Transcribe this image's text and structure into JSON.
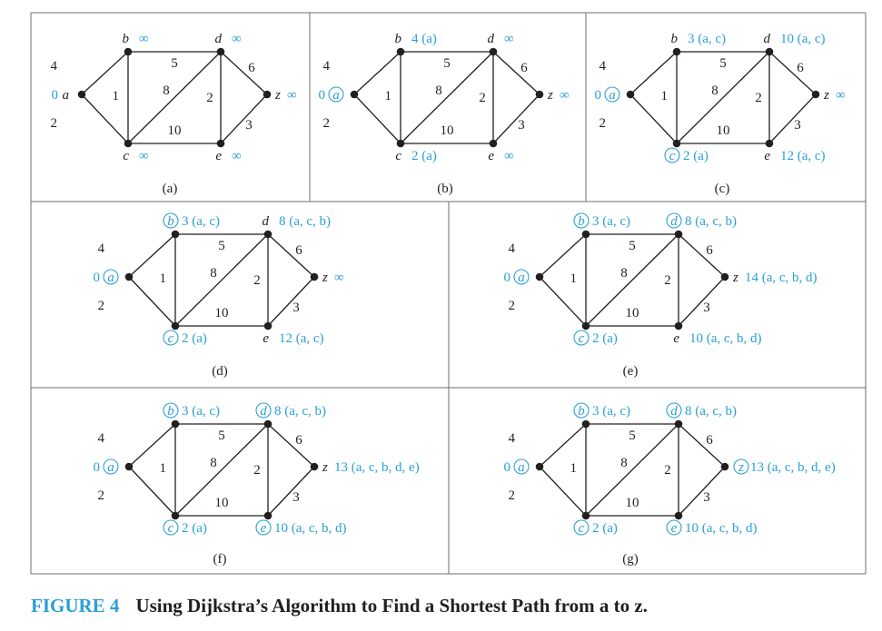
{
  "caption": {
    "label": "FIGURE 4",
    "title": "Using Dijkstra’s Algorithm to Find a Shortest Path from a to z."
  },
  "colors": {
    "ink": "#231f20",
    "accent": "#2a9fd6",
    "frame": "#6d6e71"
  },
  "edges": [
    {
      "from": "a",
      "to": "b",
      "w": "4"
    },
    {
      "from": "a",
      "to": "c",
      "w": "2"
    },
    {
      "from": "b",
      "to": "c",
      "w": "1"
    },
    {
      "from": "b",
      "to": "d",
      "w": "5"
    },
    {
      "from": "c",
      "to": "d",
      "w": "8"
    },
    {
      "from": "c",
      "to": "e",
      "w": "10"
    },
    {
      "from": "d",
      "to": "e",
      "w": "2"
    },
    {
      "from": "d",
      "to": "z",
      "w": "6"
    },
    {
      "from": "e",
      "to": "z",
      "w": "3"
    }
  ],
  "panels": [
    {
      "id": "a",
      "label": "(a)",
      "nodes": {
        "a": {
          "name": "a",
          "value": "0",
          "circled": false
        },
        "b": {
          "name": "b",
          "value": "∞",
          "circled": false
        },
        "c": {
          "name": "c",
          "value": "∞",
          "circled": false
        },
        "d": {
          "name": "d",
          "value": "∞",
          "circled": false
        },
        "e": {
          "name": "e",
          "value": "∞",
          "circled": false
        },
        "z": {
          "name": "z",
          "value": "∞",
          "circled": false
        }
      }
    },
    {
      "id": "b",
      "label": "(b)",
      "nodes": {
        "a": {
          "name": "a",
          "value": "0",
          "circled": true
        },
        "b": {
          "name": "b",
          "value": "4 (a)",
          "circled": false
        },
        "c": {
          "name": "c",
          "value": "2 (a)",
          "circled": false
        },
        "d": {
          "name": "d",
          "value": "∞",
          "circled": false
        },
        "e": {
          "name": "e",
          "value": "∞",
          "circled": false
        },
        "z": {
          "name": "z",
          "value": "∞",
          "circled": false
        }
      }
    },
    {
      "id": "c",
      "label": "(c)",
      "nodes": {
        "a": {
          "name": "a",
          "value": "0",
          "circled": true
        },
        "b": {
          "name": "b",
          "value": "3 (a, c)",
          "circled": false
        },
        "c": {
          "name": "c",
          "value": "2 (a)",
          "circled": true
        },
        "d": {
          "name": "d",
          "value": "10 (a, c)",
          "circled": false
        },
        "e": {
          "name": "e",
          "value": "12 (a, c)",
          "circled": false
        },
        "z": {
          "name": "z",
          "value": "∞",
          "circled": false
        }
      }
    },
    {
      "id": "d",
      "label": "(d)",
      "nodes": {
        "a": {
          "name": "a",
          "value": "0",
          "circled": true
        },
        "b": {
          "name": "b",
          "value": "3 (a, c)",
          "circled": true
        },
        "c": {
          "name": "c",
          "value": "2 (a)",
          "circled": true
        },
        "d": {
          "name": "d",
          "value": "8 (a, c, b)",
          "circled": false
        },
        "e": {
          "name": "e",
          "value": "12 (a, c)",
          "circled": false
        },
        "z": {
          "name": "z",
          "value": "∞",
          "circled": false
        }
      }
    },
    {
      "id": "e",
      "label": "(e)",
      "nodes": {
        "a": {
          "name": "a",
          "value": "0",
          "circled": true
        },
        "b": {
          "name": "b",
          "value": "3 (a, c)",
          "circled": true
        },
        "c": {
          "name": "c",
          "value": "2 (a)",
          "circled": true
        },
        "d": {
          "name": "d",
          "value": "8 (a, c, b)",
          "circled": true
        },
        "e": {
          "name": "e",
          "value": "10 (a, c, b, d)",
          "circled": false
        },
        "z": {
          "name": "z",
          "value": "14 (a, c, b, d)",
          "circled": false
        }
      }
    },
    {
      "id": "f",
      "label": "(f)",
      "nodes": {
        "a": {
          "name": "a",
          "value": "0",
          "circled": true
        },
        "b": {
          "name": "b",
          "value": "3 (a, c)",
          "circled": true
        },
        "c": {
          "name": "c",
          "value": "2 (a)",
          "circled": true
        },
        "d": {
          "name": "d",
          "value": "8 (a, c, b)",
          "circled": true
        },
        "e": {
          "name": "e",
          "value": "10 (a, c, b, d)",
          "circled": true
        },
        "z": {
          "name": "z",
          "value": "13 (a, c, b, d, e)",
          "circled": false
        }
      }
    },
    {
      "id": "g",
      "label": "(g)",
      "nodes": {
        "a": {
          "name": "a",
          "value": "0",
          "circled": true
        },
        "b": {
          "name": "b",
          "value": "3 (a, c)",
          "circled": true
        },
        "c": {
          "name": "c",
          "value": "2 (a)",
          "circled": true
        },
        "d": {
          "name": "d",
          "value": "8 (a, c, b)",
          "circled": true
        },
        "e": {
          "name": "e",
          "value": "10 (a, c, b, d)",
          "circled": true
        },
        "z": {
          "name": "z",
          "value": "13 (a, c, b, d, e)",
          "circled": true
        }
      }
    }
  ]
}
